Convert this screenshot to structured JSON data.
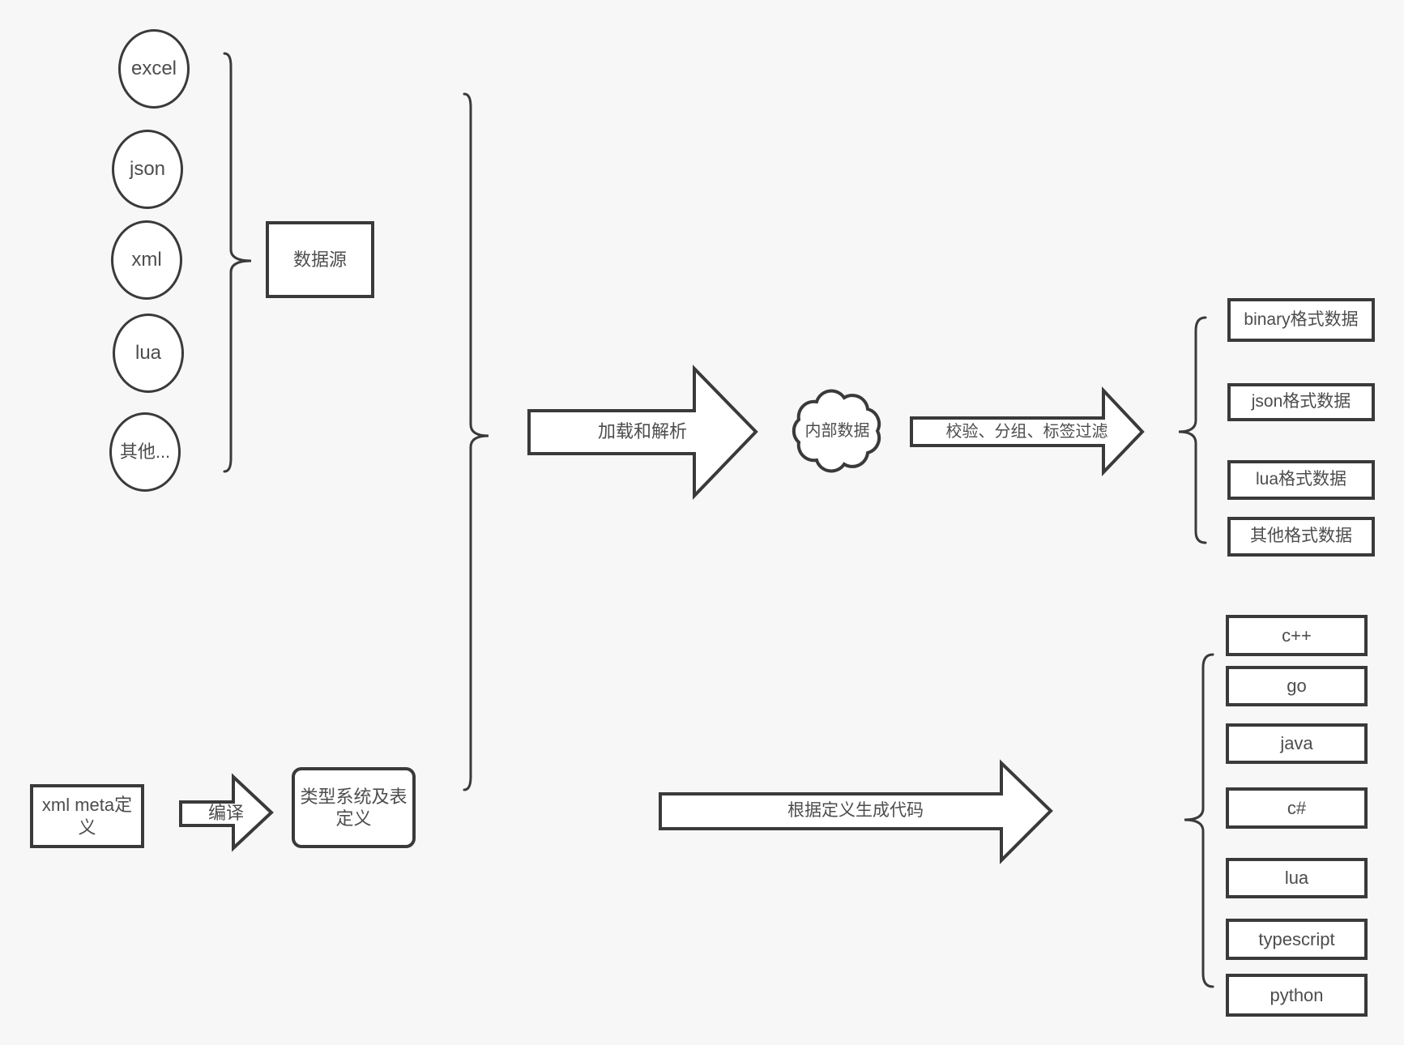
{
  "colors": {
    "background": "#f7f7f7",
    "stroke": "#3a3a3a",
    "text": "#4d4d4d",
    "fill": "#ffffff"
  },
  "sources": {
    "items": [
      "excel",
      "json",
      "xml",
      "lua",
      "其他..."
    ],
    "group_label": "数据源"
  },
  "pipeline": {
    "load_arrow_label": "加载和解析",
    "internal_data_label": "内部数据",
    "filter_arrow_label": "校验、分组、标签过滤",
    "output_formats": [
      "binary格式数据",
      "json格式数据",
      "lua格式数据",
      "其他格式数据"
    ]
  },
  "codegen": {
    "xml_meta_label": "xml meta定义",
    "compile_arrow_label": "编译",
    "type_system_label": "类型系统及表定义",
    "generate_arrow_label": "根据定义生成代码",
    "languages": [
      "c++",
      "go",
      "java",
      "c#",
      "lua",
      "typescript",
      "python"
    ]
  }
}
